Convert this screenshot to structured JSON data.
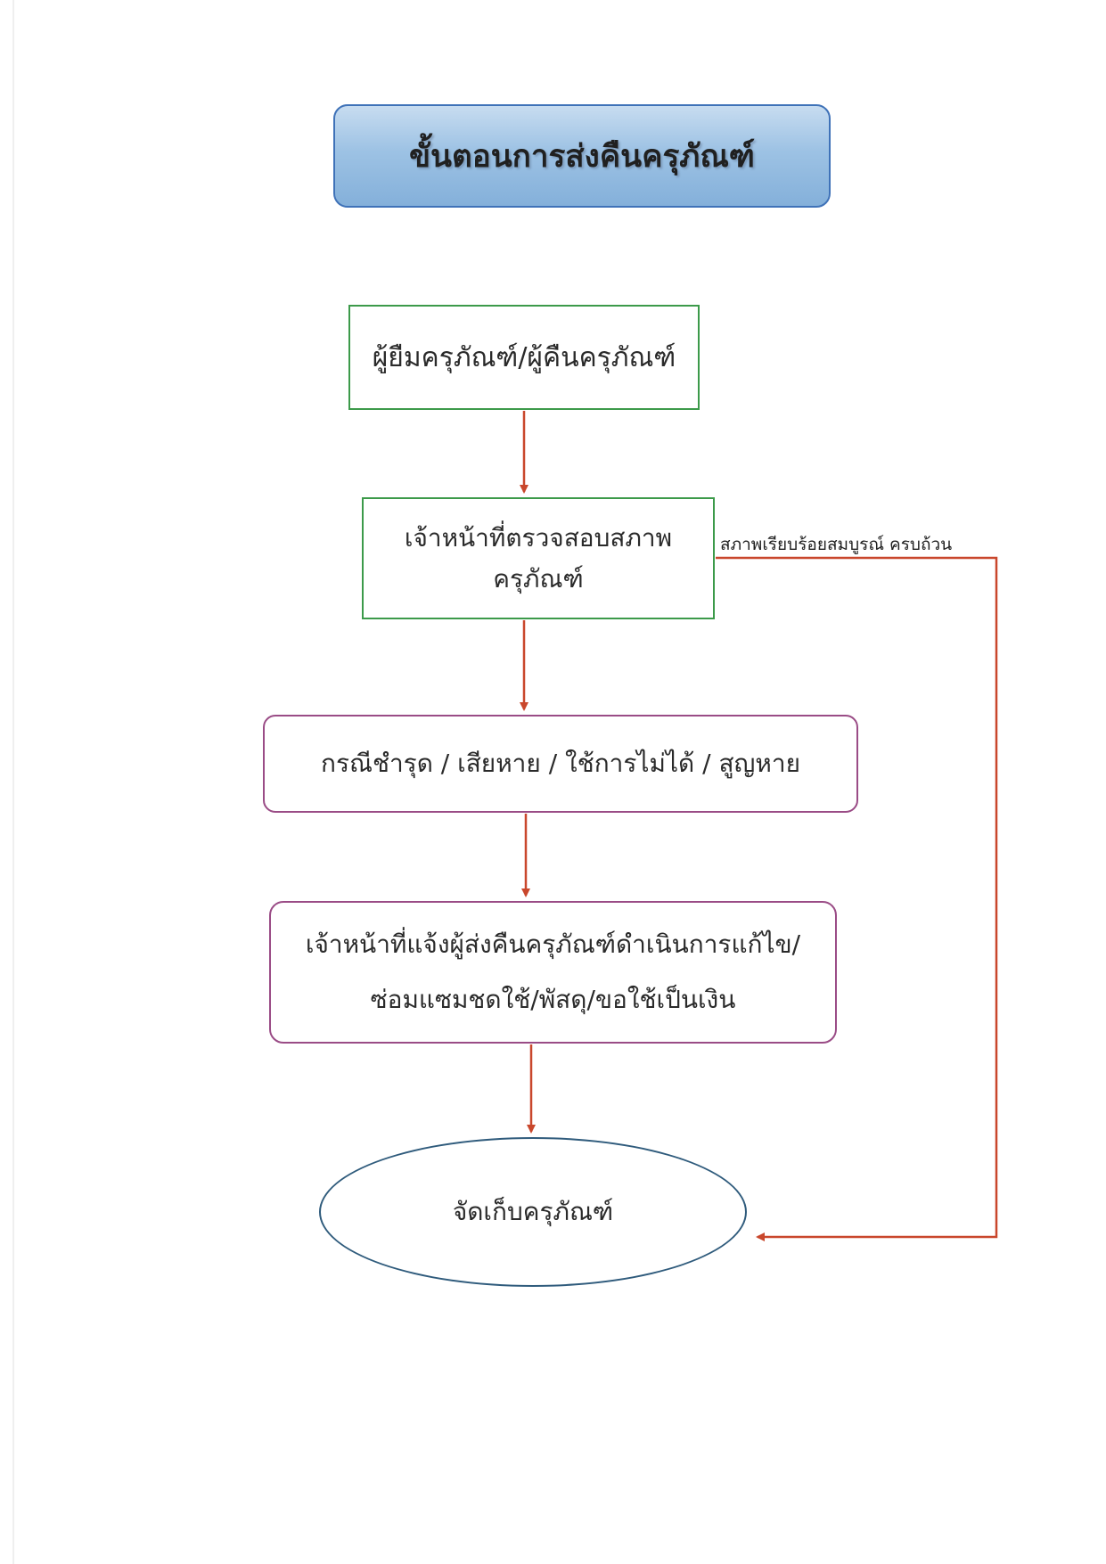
{
  "title": "ขั้นตอนการส่งคืนครุภัณฑ์",
  "nodes": {
    "borrower": "ผู้ยืมครุภัณฑ์/ผู้คืนครุภัณฑ์",
    "inspect_line1": "เจ้าหน้าที่ตรวจสอบสภาพ",
    "inspect_line2": "ครุภัณฑ์",
    "damaged": "กรณีชำรุด / เสียหาย / ใช้การไม่ได้ / สูญหาย",
    "notify_line1": "เจ้าหน้าที่แจ้งผู้ส่งคืนครุภัณฑ์ดำเนินการแก้ไข/",
    "notify_line2": "ซ่อมแซมชดใช้/พัสดุ/ขอใช้เป็นเงิน",
    "store": "จัดเก็บครุภัณฑ์"
  },
  "edge_labels": {
    "complete": "สภาพเรียบร้อยสมบูรณ์  ครบถ้วน"
  },
  "colors": {
    "arrow": "#c9472c",
    "title_fill": "#9dc2e4",
    "title_border": "#3f72b8",
    "green_border": "#3c9a4a",
    "purple_border": "#9a4c86",
    "ellipse_border": "#2f5b7c"
  }
}
